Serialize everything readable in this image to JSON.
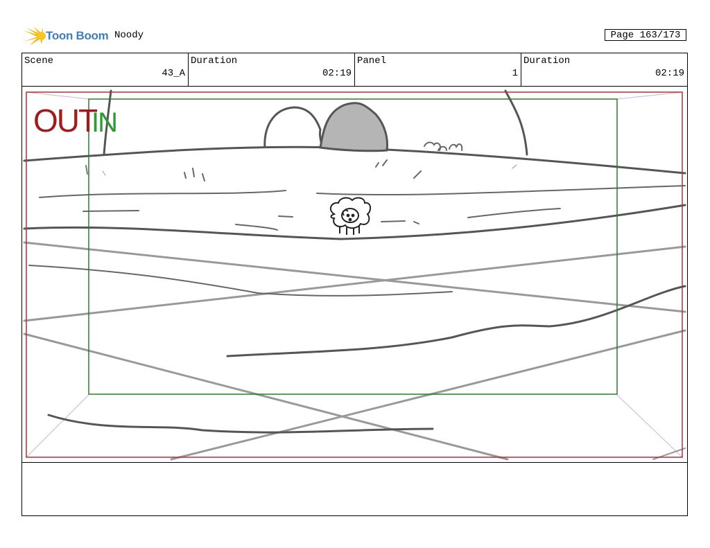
{
  "header": {
    "logo_text": "Toon Boom",
    "project": "Noody",
    "page": "Page 163/173"
  },
  "fields": [
    {
      "label": "Scene",
      "value": "43_A"
    },
    {
      "label": "Duration",
      "value": "02:19"
    },
    {
      "label": "Panel",
      "value": "1"
    },
    {
      "label": "Duration",
      "value": "02:19"
    }
  ],
  "panel": {
    "out_label": "OUT",
    "in_label": "IN",
    "colors": {
      "out": "#a01c1c",
      "in": "#2f9a2f",
      "frame_out": "#b03030",
      "frame_in": "#2a7a2a"
    }
  },
  "notes": ""
}
